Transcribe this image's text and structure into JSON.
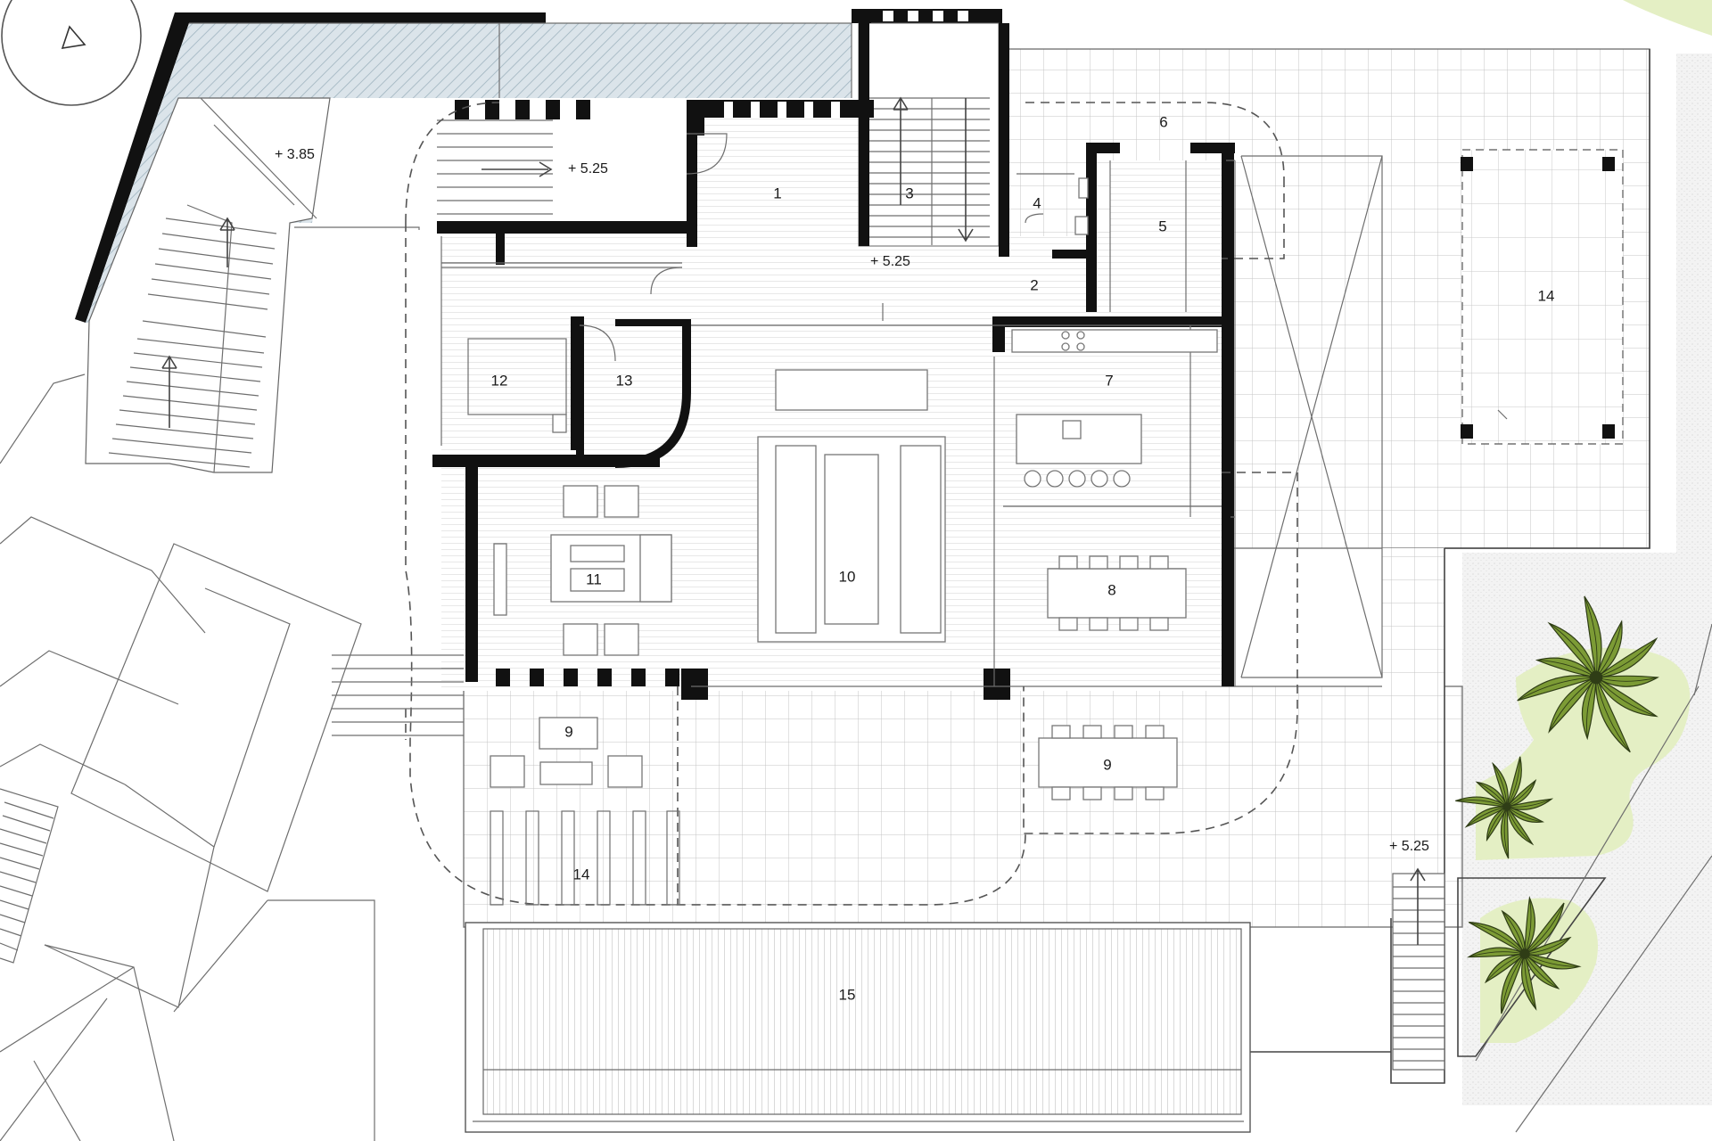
{
  "colors": {
    "wall": "#111111",
    "line": "#6e6e6e",
    "paving": "#bdbdbd",
    "hatch": "#c6d4dc",
    "garden": "#e4efc4",
    "palm": "#7c9b35",
    "palm_dark": "#2f3d16",
    "gravel": "#eeeeee"
  },
  "north_arrow": {
    "icon": "north-arrow-icon"
  },
  "rooms": [
    {
      "id": "r1",
      "label": "1"
    },
    {
      "id": "r2",
      "label": "2"
    },
    {
      "id": "r3",
      "label": "3"
    },
    {
      "id": "r4",
      "label": "4"
    },
    {
      "id": "r5",
      "label": "5"
    },
    {
      "id": "r6",
      "label": "6"
    },
    {
      "id": "r7",
      "label": "7"
    },
    {
      "id": "r8",
      "label": "8"
    },
    {
      "id": "r9a",
      "label": "9"
    },
    {
      "id": "r9b",
      "label": "9"
    },
    {
      "id": "r10",
      "label": "10"
    },
    {
      "id": "r11",
      "label": "11"
    },
    {
      "id": "r12",
      "label": "12"
    },
    {
      "id": "r13",
      "label": "13"
    },
    {
      "id": "r14a",
      "label": "14"
    },
    {
      "id": "r14b",
      "label": "14"
    },
    {
      "id": "r15",
      "label": "15"
    }
  ],
  "levels": [
    {
      "id": "l385",
      "label": "+ 3.85"
    },
    {
      "id": "l525a",
      "label": "+ 5.25"
    },
    {
      "id": "l525b",
      "label": "+ 5.25"
    },
    {
      "id": "l525c",
      "label": "+ 5.25"
    }
  ]
}
